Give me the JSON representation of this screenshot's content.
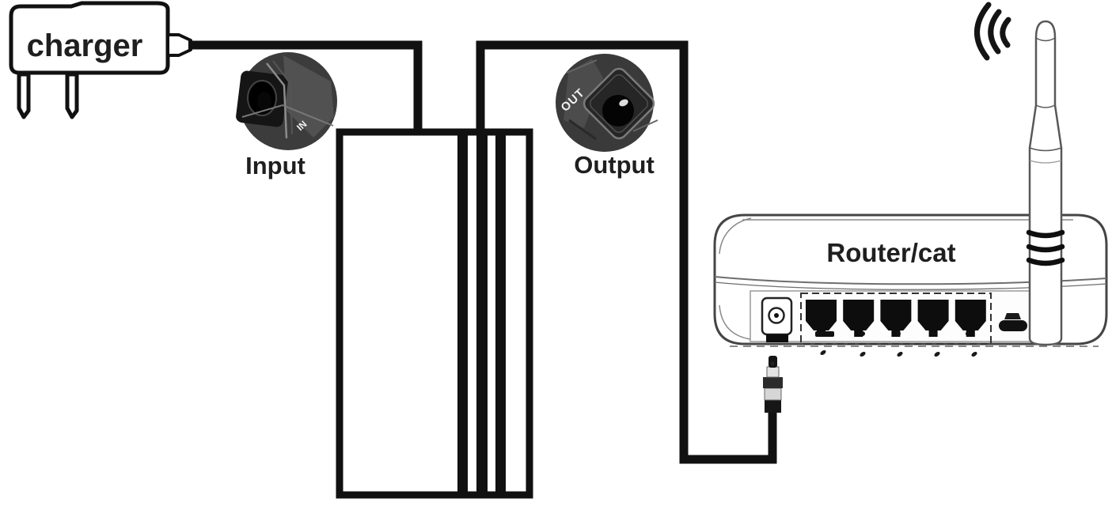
{
  "diagram": {
    "charger": {
      "label": "charger"
    },
    "callouts": {
      "input": {
        "label": "Input",
        "badge": "IN"
      },
      "output": {
        "label": "Output",
        "badge": "OUT"
      }
    },
    "ups_box": {
      "description": "battery backup box between charger and router"
    },
    "router": {
      "label": "Router/cat",
      "ethernet_ports": 5
    },
    "colors": {
      "wire": "#111111",
      "text": "#1f1f1f",
      "router_outline": "#454545",
      "callout_photo_bg": "#3a3a3a",
      "port_fill": "#0d0d0d",
      "background": "#ffffff"
    }
  }
}
